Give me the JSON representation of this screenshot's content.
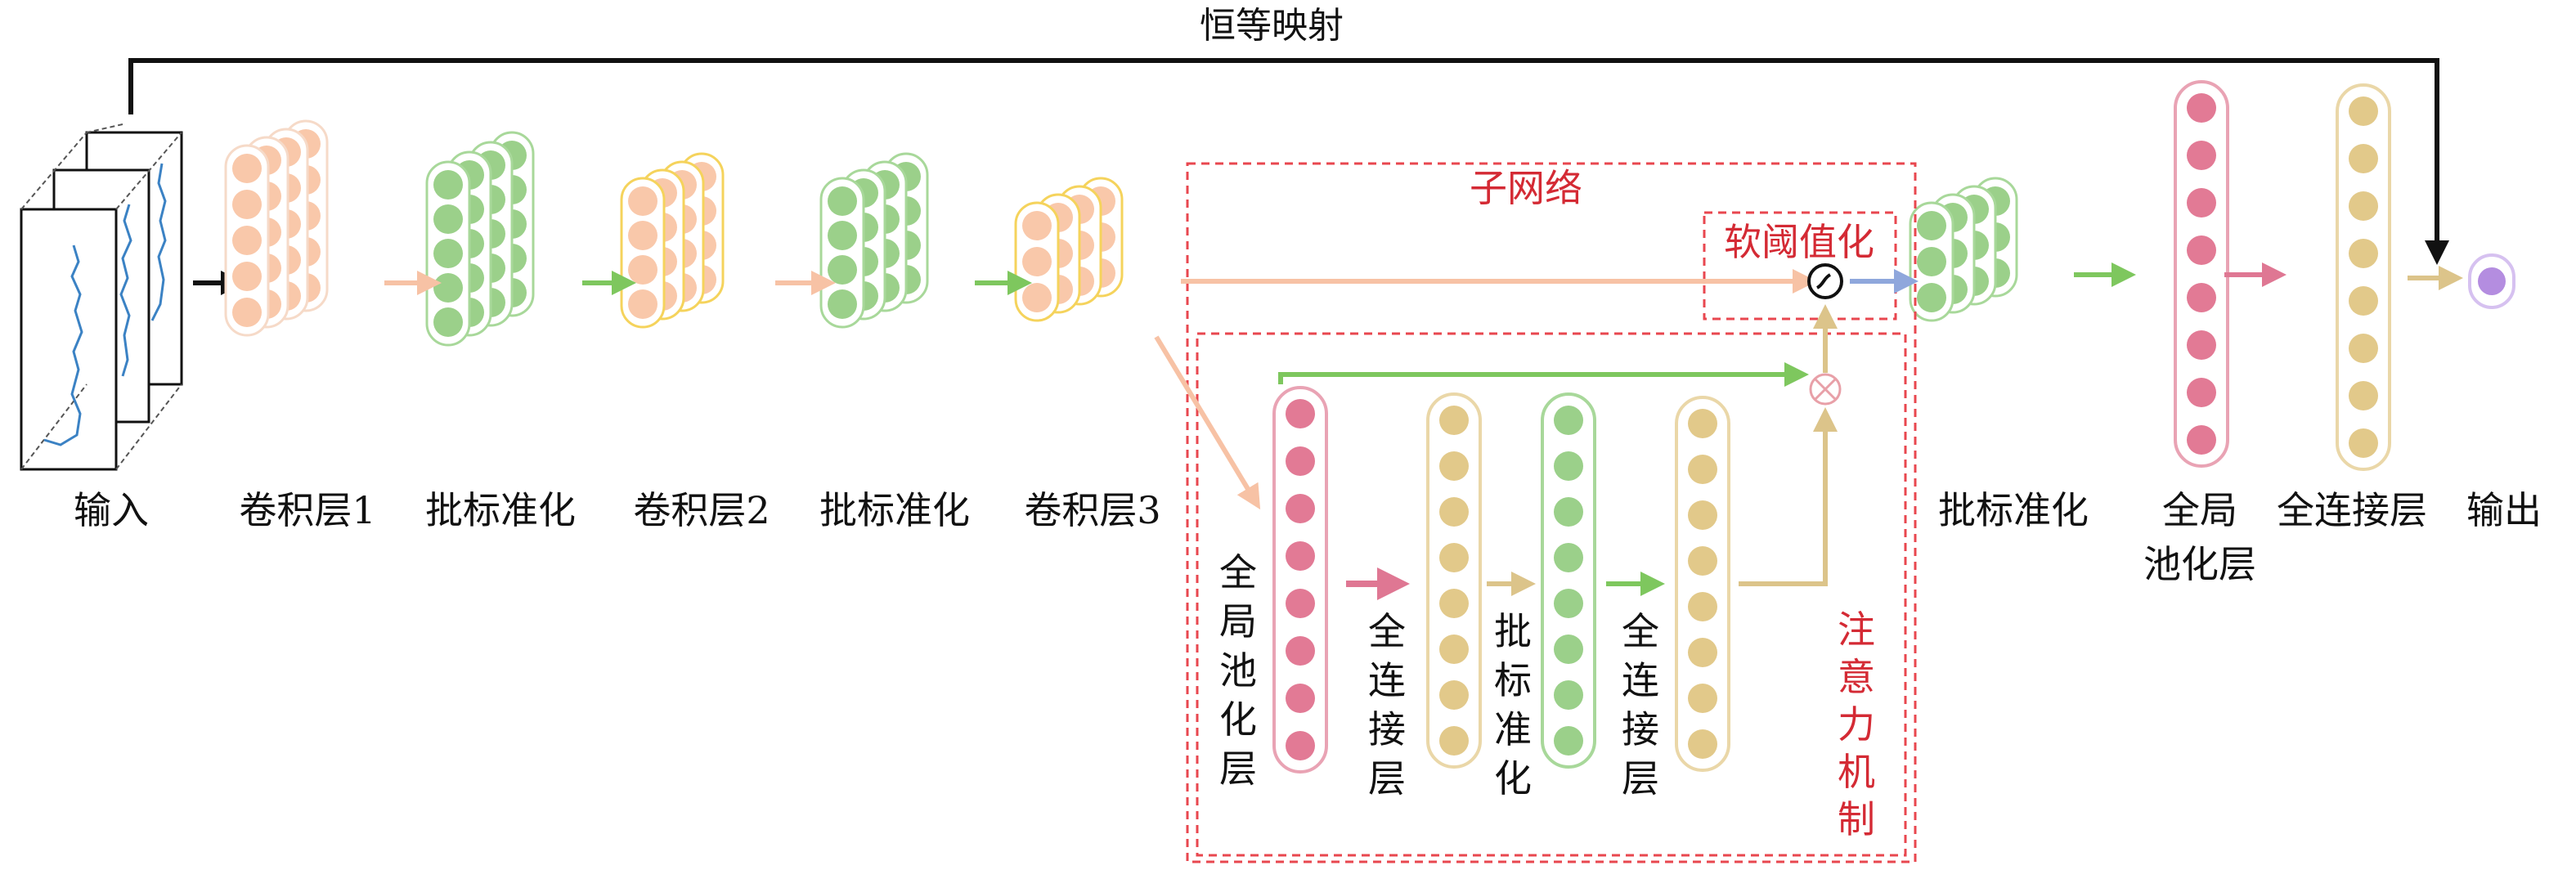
{
  "labels": {
    "identity": "恒等映射",
    "input": "输入",
    "conv1": "卷积层1",
    "bn1": "批标准化",
    "conv2": "卷积层2",
    "bn2": "批标准化",
    "conv3": "卷积层3",
    "subnet": "子网络",
    "soft_threshold": "软阈值化",
    "gap_inner": "全局池化层",
    "fc_inner_1": "全连接层",
    "bn_inner": "批标准化",
    "fc_inner_2": "全连接层",
    "attention": "注意力机制",
    "bn_out": "批标准化",
    "gap_out_line1": "全局",
    "gap_out_line2": "池化层",
    "fc_out": "全连接层",
    "output": "输出"
  },
  "colors": {
    "orange_fill": "#f9c8aa",
    "orange_stroke": "#f6dac8",
    "green_fill": "#9bd08a",
    "green_stroke": "#a8d89a",
    "yellow_stroke": "#f5d35c",
    "pink_fill": "#e27a95",
    "pink_stroke": "#e9a3b4",
    "tan_fill": "#e2c98a",
    "tan_stroke": "#ead7a8",
    "purple_fill": "#b48de0",
    "purple_stroke": "#d6c1f0",
    "red_dash": "#e8474f",
    "red_text": "#d42a34",
    "black_arrow": "#111111",
    "orange_arrow": "#f7c2a5",
    "green_arrow": "#7ec75e",
    "pink_arrow": "#df7793",
    "tan_arrow": "#dcc48a",
    "blue_arrow": "#8fa7dc",
    "signal_blue": "#3b82c4"
  },
  "icons": {
    "soft_threshold_op": "soft-threshold-icon",
    "multiply_op": "multiply-icon",
    "input_signal": "signal-waveform-icon"
  }
}
